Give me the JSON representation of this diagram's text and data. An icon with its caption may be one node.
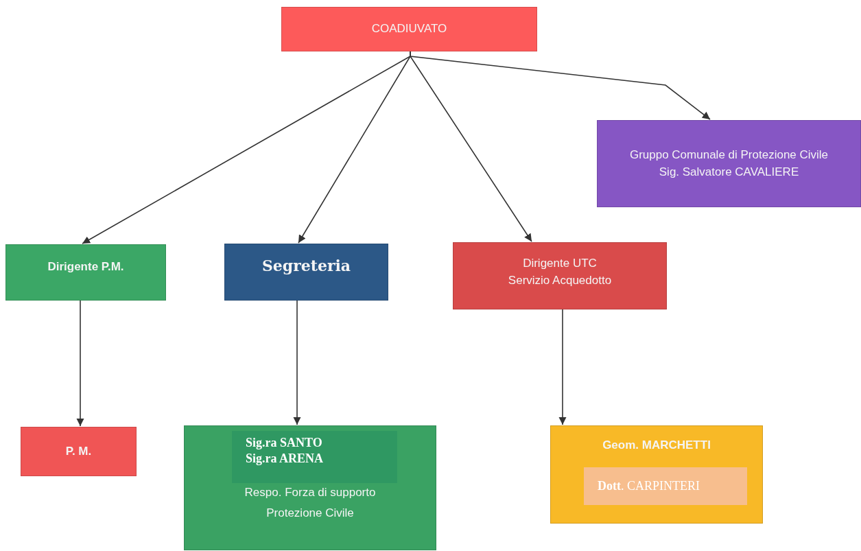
{
  "diagram": {
    "nodes": [
      {
        "text": [
          "COADIUVATO"
        ]
      },
      {
        "text": [
          "Gruppo Comunale di Protezione Civile",
          "Sig. Salvatore CAVALIERE"
        ]
      },
      {
        "text": [
          "Dirigente P.M."
        ]
      },
      {
        "text": [
          "Segreteria"
        ]
      },
      {
        "text": [
          "Dirigente UTC",
          "Servizio Acquedotto"
        ]
      },
      {
        "text": [
          "P. M."
        ]
      },
      {
        "text": [
          "Respo. Forza di supporto Protezione Civile"
        ]
      },
      {
        "text": [
          "Sig.ra SANTO",
          "Sig.ra ARENA"
        ],
        "in": 6
      },
      {
        "text": [
          "Geom. MARCHETTI"
        ]
      },
      {
        "text": [
          "**Dott**. CARPINTERI"
        ],
        "in": 8
      }
    ],
    "edges": [
      {
        "from": 0,
        "to": 2,
        "arrow": "to"
      },
      {
        "from": 0,
        "to": 3,
        "arrow": "to"
      },
      {
        "from": 0,
        "to": 4,
        "arrow": "to"
      },
      {
        "from": 0,
        "to": 1,
        "arrow": "to"
      },
      {
        "from": 2,
        "to": 5,
        "arrow": "to"
      },
      {
        "from": 3,
        "to": 6,
        "arrow": "to"
      },
      {
        "from": 4,
        "to": 8,
        "arrow": "to"
      }
    ]
  }
}
